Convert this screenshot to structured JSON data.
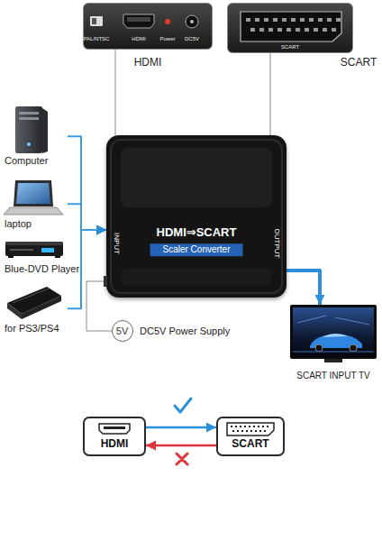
{
  "diagram": {
    "nodes": [
      {
        "text": [
          "Computer"
        ]
      },
      {
        "text": [
          "laptop"
        ]
      },
      {
        "text": [
          "Blue-DVD Player"
        ]
      },
      {
        "text": [
          "for PS3/PS4"
        ]
      },
      {
        "text": [
          "PAL/NTSC",
          "HDMI",
          "Power",
          "DC5V",
          "HDMI"
        ]
      },
      {
        "text": [
          "SCART",
          "SCART"
        ]
      },
      {
        "text": [
          "HDMI⇒SCART",
          "Scaler Converter",
          "INPUT",
          "OUTPUT"
        ]
      },
      {
        "text": [
          "5V",
          "DC5V Power Supply"
        ]
      },
      {
        "text": [
          "SCART INPUT TV"
        ]
      },
      {
        "text": [
          "HDMI"
        ]
      },
      {
        "text": [
          "SCART"
        ]
      }
    ],
    "edges": [
      {
        "from": 0,
        "to": 6,
        "arrow": "to"
      },
      {
        "from": 1,
        "to": 6,
        "arrow": "to"
      },
      {
        "from": 2,
        "to": 6,
        "arrow": "to"
      },
      {
        "from": 3,
        "to": 6,
        "arrow": "to"
      },
      {
        "from": 4,
        "to": 6,
        "arrow": "none"
      },
      {
        "from": 5,
        "to": 6,
        "arrow": "none"
      },
      {
        "from": 6,
        "to": 7,
        "arrow": "none"
      },
      {
        "from": 6,
        "to": 8,
        "arrow": "to"
      },
      {
        "from": 9,
        "to": 10,
        "arrow": "to"
      },
      {
        "from": 10,
        "to": 9,
        "arrow": "to"
      }
    ]
  }
}
